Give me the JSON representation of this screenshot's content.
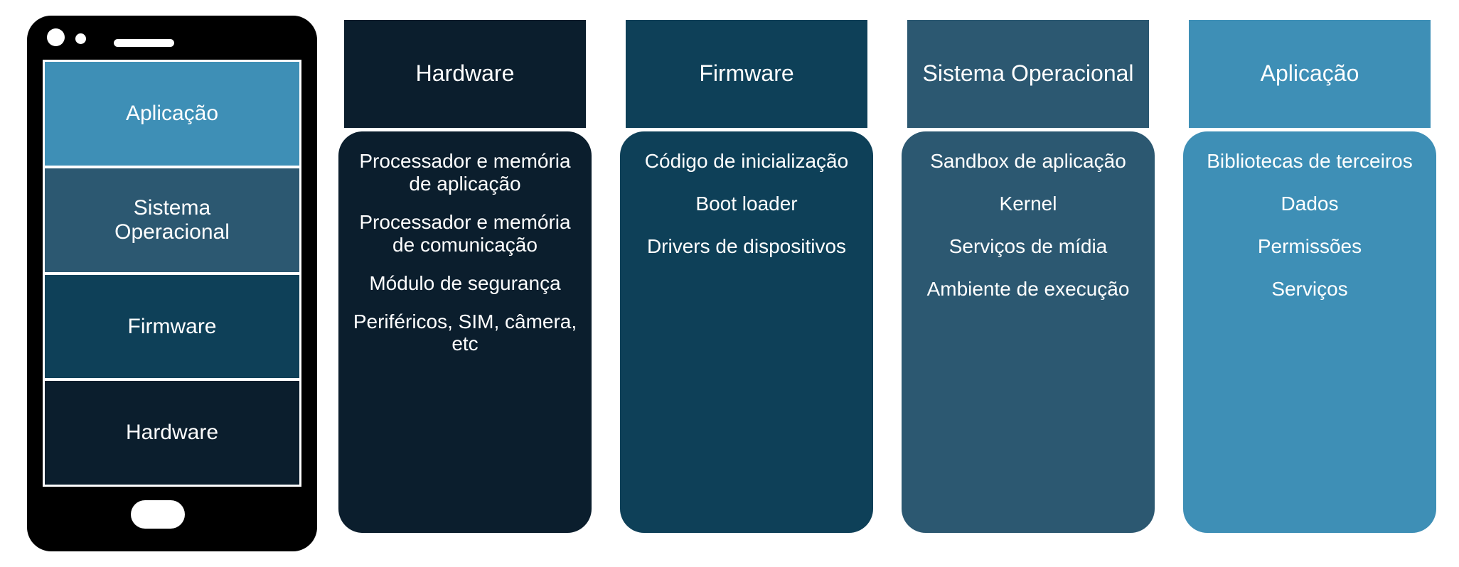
{
  "colors": {
    "hardware": "#0B1E2D",
    "firmware": "#0E4058",
    "sistema_operacional": "#2C5871",
    "aplicacao": "#3E8FB6",
    "phone_body": "#000000",
    "screen_divider": "#FFFFFF",
    "text": "#FFFFFF",
    "background": "#FFFFFF"
  },
  "phone": {
    "camera_icon": "camera-dot-icon",
    "sensor_icon": "sensor-dot-icon",
    "speaker_icon": "speaker-bar-icon",
    "home_button_icon": "home-button-icon",
    "layers": [
      {
        "label": "Aplicação",
        "color": "#3E8FB6"
      },
      {
        "label": "Sistema\nOperacional",
        "color": "#2C5871"
      },
      {
        "label": "Firmware",
        "color": "#0E4058"
      },
      {
        "label": "Hardware",
        "color": "#0B1E2D"
      }
    ]
  },
  "columns": [
    {
      "header": "Hardware",
      "color": "#0B1E2D",
      "items": [
        "Processador e memória de aplicação",
        "Processador e memória de comunicação",
        "Módulo de segurança",
        "Periféricos, SIM, câmera, etc"
      ]
    },
    {
      "header": "Firmware",
      "color": "#0E4058",
      "items": [
        "Código de inicialização",
        "Boot loader",
        "Drivers de dispositivos"
      ]
    },
    {
      "header": "Sistema Operacional",
      "color": "#2C5871",
      "items": [
        "Sandbox de aplicação",
        "Kernel",
        "Serviços de mídia",
        "Ambiente de execução"
      ]
    },
    {
      "header": "Aplicação",
      "color": "#3E8FB6",
      "items": [
        "Bibliotecas de terceiros",
        "Dados",
        "Permissões",
        "Serviços"
      ]
    }
  ]
}
